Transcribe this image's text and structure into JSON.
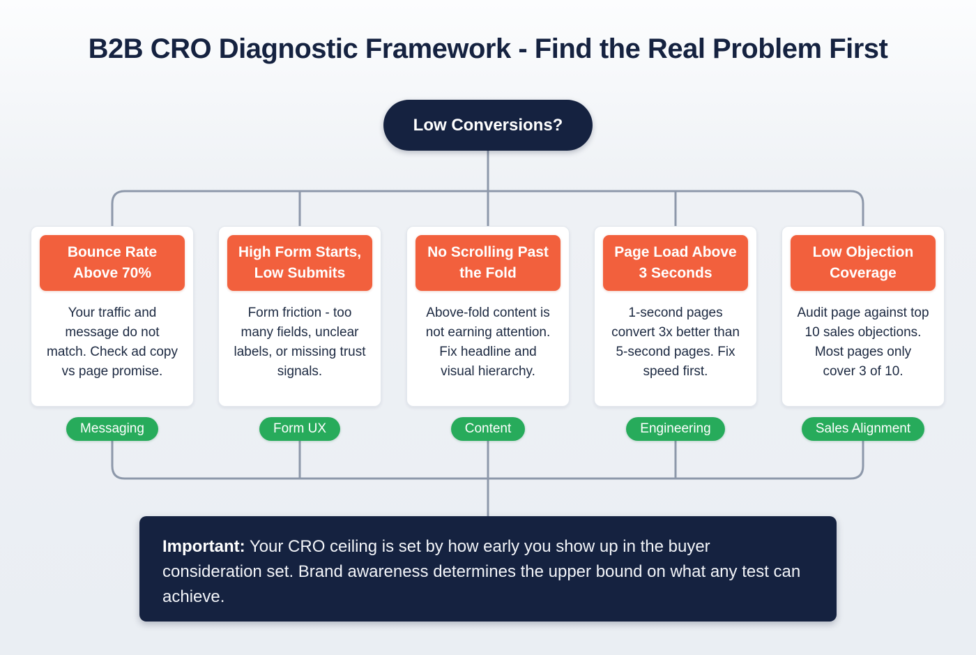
{
  "page": {
    "title": "B2B CRO Diagnostic Framework - Find the Real Problem First"
  },
  "root_node": {
    "label": "Low Conversions?"
  },
  "cards": [
    {
      "header": "Bounce Rate\nAbove 70%",
      "body": "Your traffic and message do not match. Check ad copy vs page promise.",
      "tag": "Messaging"
    },
    {
      "header": "High Form Starts,\nLow Submits",
      "body": "Form friction - too many fields, unclear labels, or missing trust signals.",
      "tag": "Form UX"
    },
    {
      "header": "No Scrolling Past\nthe Fold",
      "body": "Above-fold content is not earning attention. Fix headline and visual hierarchy.",
      "tag": "Content"
    },
    {
      "header": "Page Load Above\n3 Seconds",
      "body": "1-second pages convert 3x better than 5-second pages. Fix speed first.",
      "tag": "Engineering"
    },
    {
      "header": "Low Objection\nCoverage",
      "body": "Audit page against top 10 sales objections. Most pages only cover 3 of 10.",
      "tag": "Sales Alignment"
    }
  ],
  "note": {
    "label": "Important:",
    "text": " Your CRO ceiling is set by how early you show up in the buyer consideration set. Brand awareness determines the upper bound on what any test can achieve."
  },
  "colors": {
    "navy": "#152240",
    "orange": "#F2603D",
    "green": "#27AB5B",
    "connector": "#8D98AA",
    "card_border": "#E2E7ED",
    "body_text": "#1B2840"
  }
}
